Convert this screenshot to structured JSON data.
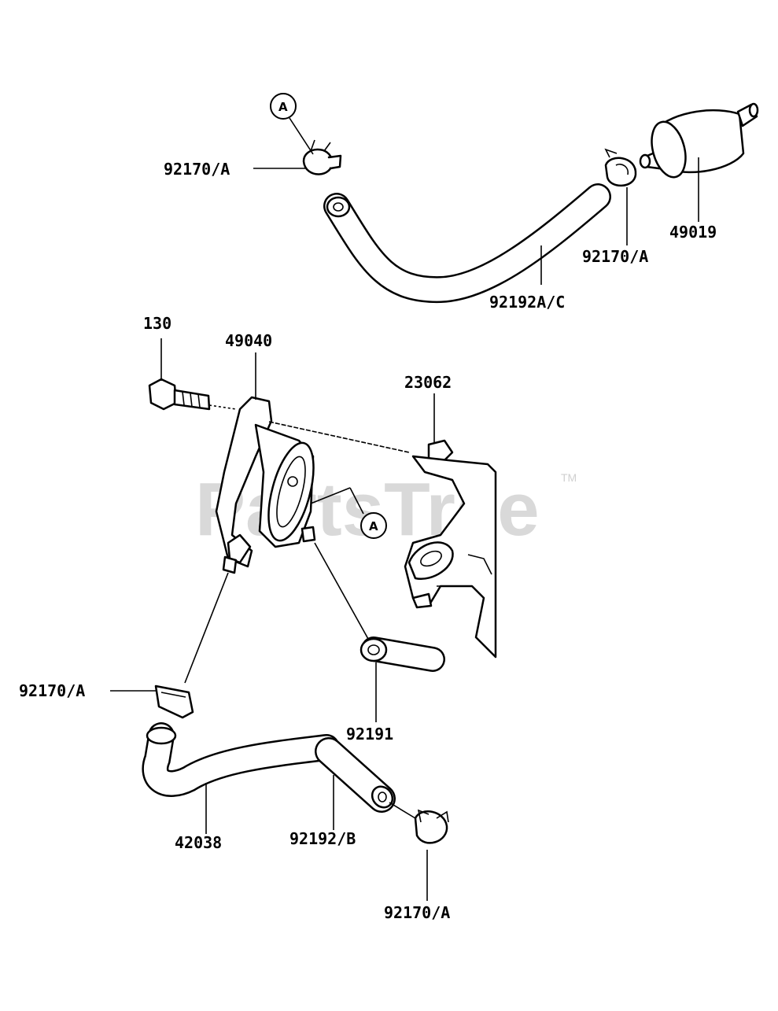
{
  "watermark": {
    "brand": "PartsTree",
    "trademark": "TM"
  },
  "reference_marker": "A",
  "part_labels": {
    "clamp_top_left": "92170/A",
    "clamp_top_right": "92170/A",
    "filter": "49019",
    "hose_top": "92192A/C",
    "bolt": "130",
    "pump": "49040",
    "bracket": "23062",
    "clamp_mid_left": "92170/A",
    "hose_small": "92191",
    "hose_bent": "42038",
    "hose_short": "92192/B",
    "clamp_bottom": "92170/A"
  }
}
